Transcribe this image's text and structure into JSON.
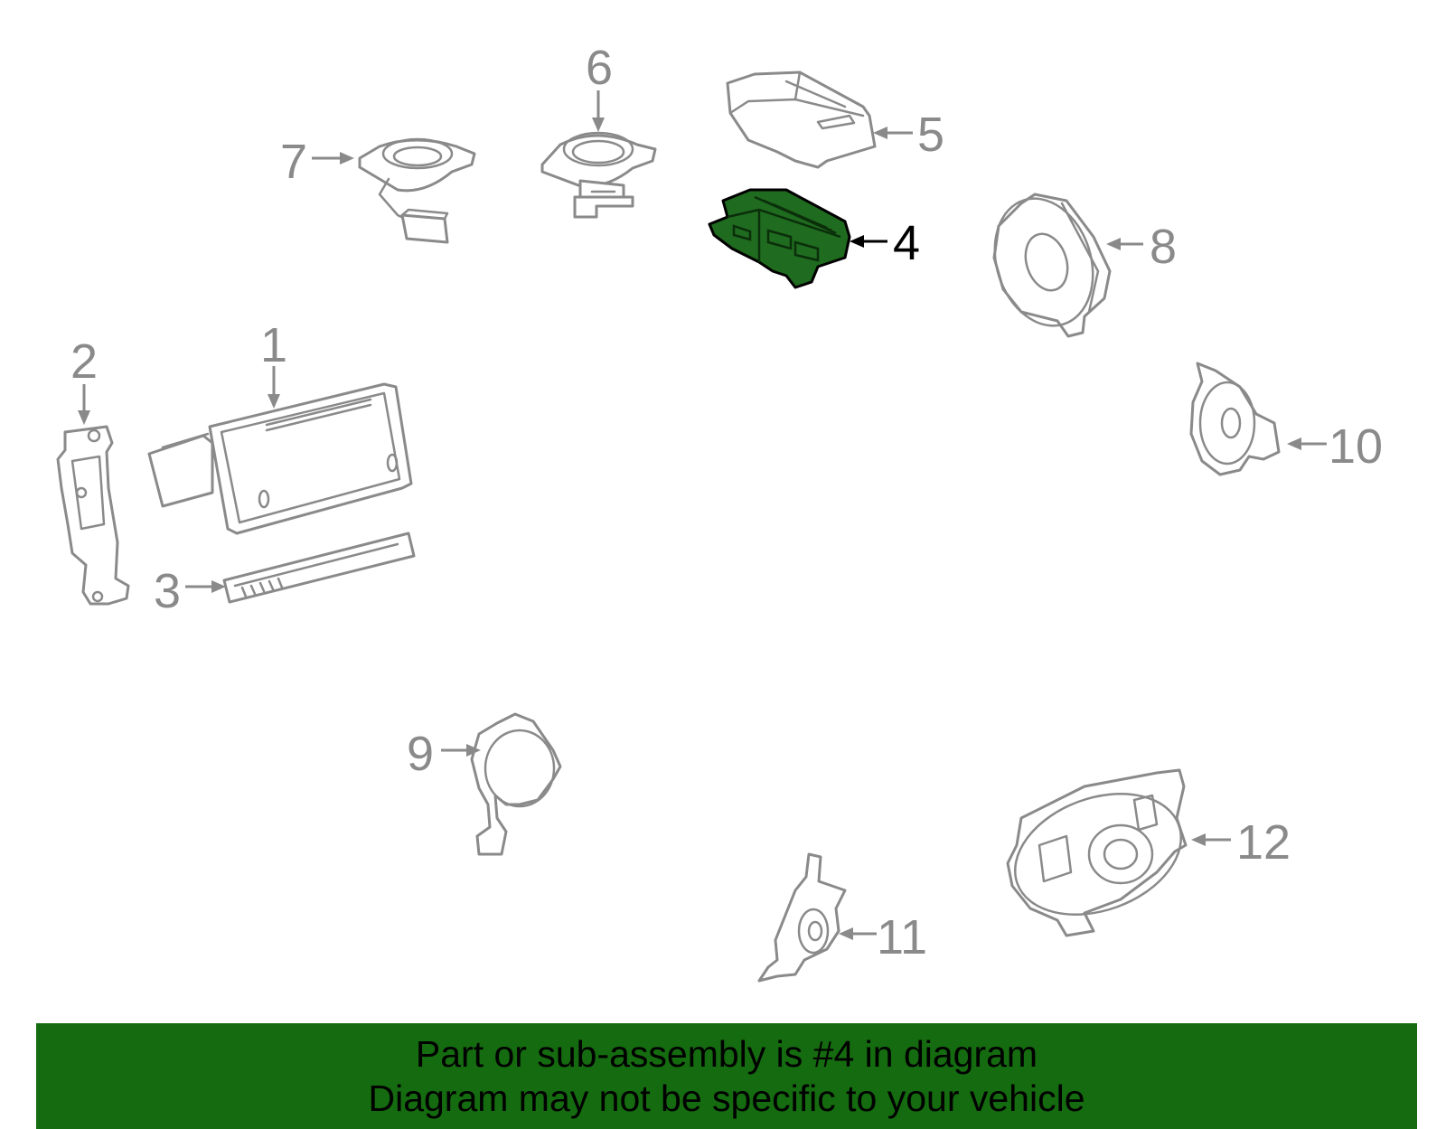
{
  "diagram": {
    "highlighted_part": "4",
    "highlight_color": "#1f6b1f",
    "callouts": {
      "c1": "1",
      "c2": "2",
      "c3": "3",
      "c4": "4",
      "c5": "5",
      "c6": "6",
      "c7": "7",
      "c8": "8",
      "c9": "9",
      "c10": "10",
      "c11": "11",
      "c12": "12"
    }
  },
  "banner": {
    "line1": "Part or sub-assembly is #4 in diagram",
    "line2": "Diagram may not be specific to your vehicle",
    "background": "#156b0f"
  }
}
